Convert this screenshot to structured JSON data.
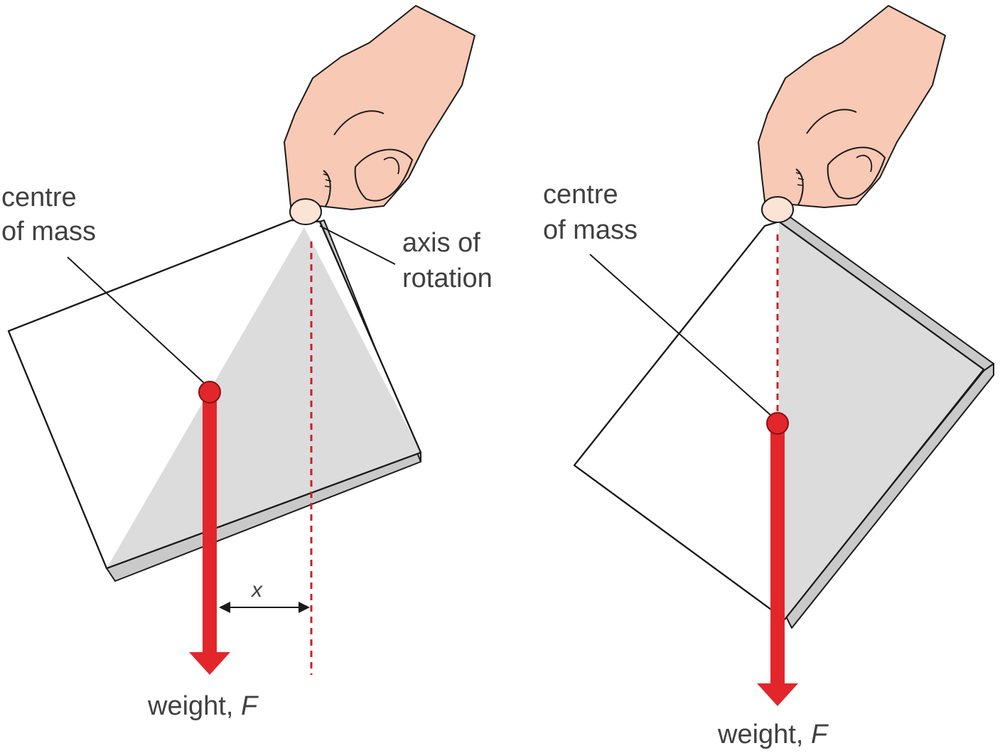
{
  "labels": {
    "left_centre_line1": "centre",
    "left_centre_line2": "of mass",
    "axis_line1": "axis of",
    "axis_line2": "rotation",
    "x_symbol": "x",
    "left_weight_text": "weight, ",
    "left_weight_var": "F",
    "right_centre_line1": "centre",
    "right_centre_line2": "of mass",
    "right_weight_text": "weight, ",
    "right_weight_var": "F"
  },
  "colors": {
    "force_red": "#e3262b",
    "dashed_red": "#c8202a",
    "card_shade": "#dcdcdc",
    "card_edge": "#c9c9c9",
    "hand_skin": "#f8c9b4",
    "hand_nail": "#fbe3d6",
    "outline": "#1a1a1a",
    "text": "#404040"
  }
}
